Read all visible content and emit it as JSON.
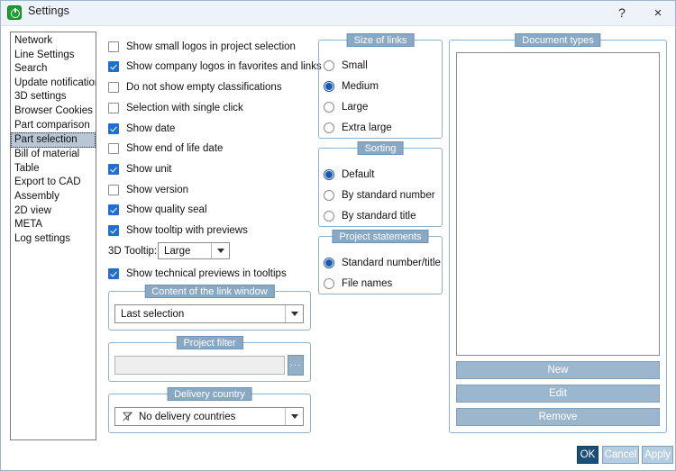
{
  "window": {
    "title": "Settings",
    "app_icon": "settings-app-icon",
    "help_label": "?",
    "close_label": "×"
  },
  "sidebar": {
    "items": [
      {
        "label": "Network",
        "selected": false
      },
      {
        "label": "Line Settings",
        "selected": false
      },
      {
        "label": "Search",
        "selected": false
      },
      {
        "label": "Update notification",
        "selected": false
      },
      {
        "label": "3D settings",
        "selected": false
      },
      {
        "label": "Browser Cookies",
        "selected": false
      },
      {
        "label": "Part comparison",
        "selected": false
      },
      {
        "label": "Part selection",
        "selected": true
      },
      {
        "label": "Bill of material",
        "selected": false
      },
      {
        "label": "Table",
        "selected": false
      },
      {
        "label": "Export to CAD",
        "selected": false
      },
      {
        "label": "Assembly",
        "selected": false
      },
      {
        "label": "2D view",
        "selected": false
      },
      {
        "label": "META",
        "selected": false
      },
      {
        "label": "Log settings",
        "selected": false
      }
    ]
  },
  "options": {
    "checkboxes": [
      {
        "label": "Show small logos in project selection",
        "checked": false
      },
      {
        "label": "Show company logos in favorites and links",
        "checked": true
      },
      {
        "label": "Do not show empty classifications",
        "checked": false
      },
      {
        "label": "Selection with single click",
        "checked": false
      },
      {
        "label": "Show date",
        "checked": true
      },
      {
        "label": "Show end of life date",
        "checked": false
      },
      {
        "label": "Show unit",
        "checked": true
      },
      {
        "label": "Show version",
        "checked": false
      },
      {
        "label": "Show quality seal",
        "checked": true
      },
      {
        "label": "Show tooltip with previews",
        "checked": true
      }
    ],
    "tooltip_3d": {
      "label": "3D Tooltip:",
      "value": "Large"
    },
    "technical_previews": {
      "label": "Show technical previews in tooltips",
      "checked": true
    }
  },
  "link_window": {
    "legend": "Content of the link window",
    "value": "Last selection"
  },
  "project_filter": {
    "legend": "Project filter",
    "value": "",
    "browse_label": "···"
  },
  "delivery_country": {
    "legend": "Delivery country",
    "icon": "filter-off-icon",
    "value": "No delivery countries"
  },
  "size_of_links": {
    "legend": "Size of links",
    "options": [
      {
        "label": "Small",
        "selected": false
      },
      {
        "label": "Medium",
        "selected": true
      },
      {
        "label": "Large",
        "selected": false
      },
      {
        "label": "Extra large",
        "selected": false
      }
    ]
  },
  "sorting": {
    "legend": "Sorting",
    "options": [
      {
        "label": "Default",
        "selected": true
      },
      {
        "label": "By standard number",
        "selected": false
      },
      {
        "label": "By standard title",
        "selected": false
      }
    ]
  },
  "project_statements": {
    "legend": "Project statements",
    "options": [
      {
        "label": "Standard number/title",
        "selected": true
      },
      {
        "label": "File names",
        "selected": false
      }
    ]
  },
  "document_types": {
    "legend": "Document types",
    "items": [],
    "buttons": {
      "new": "New",
      "edit": "Edit",
      "remove": "Remove"
    }
  },
  "footer": {
    "ok": "OK",
    "cancel": "Cancel",
    "apply": "Apply"
  },
  "colors": {
    "titlebar": "#eef3fa",
    "accent_blue": "#1f6fd0",
    "group_legend": "#89a8c4",
    "selection": "#b8c6d6",
    "ok_button": "#1c4f78",
    "button_blue": "#9cb7cd"
  }
}
